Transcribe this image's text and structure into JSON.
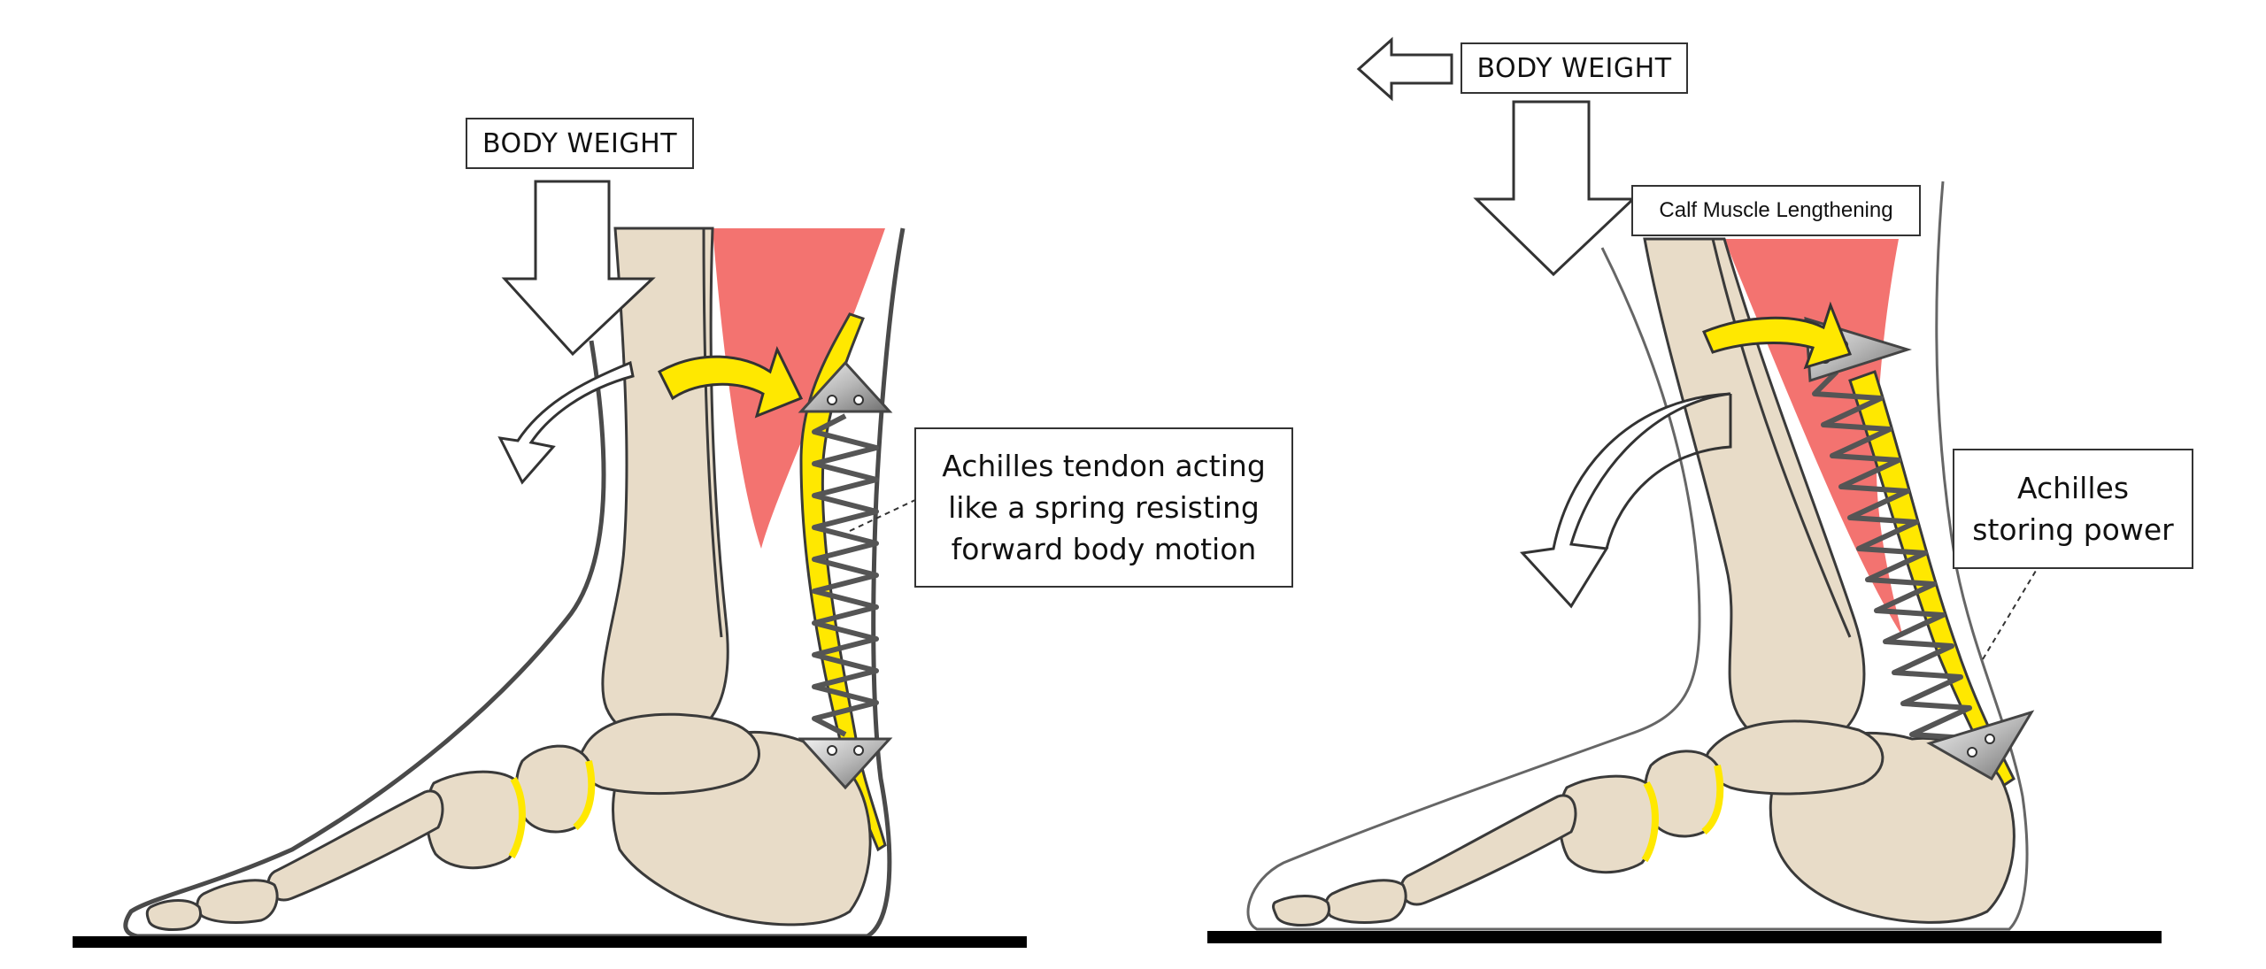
{
  "panels": [
    {
      "id": "left",
      "body_weight_label": "BODY WEIGHT",
      "callout": "Achilles tendon acting\nlike a spring resisting\nforward body motion"
    },
    {
      "id": "right",
      "body_weight_label": "BODY WEIGHT",
      "muscle_label": "Calf Muscle Lengthening",
      "callout": "Achilles\nstoring power"
    }
  ],
  "colors": {
    "bone": "#e8dcc8",
    "bone_outline": "#3a3a3a",
    "muscle": "#f37370",
    "tendon": "#ffe800",
    "ground": "#000000",
    "spring": "#8a8a8a",
    "arrow_fill": "#ffffff",
    "motion_arrow": "#ffe800"
  }
}
